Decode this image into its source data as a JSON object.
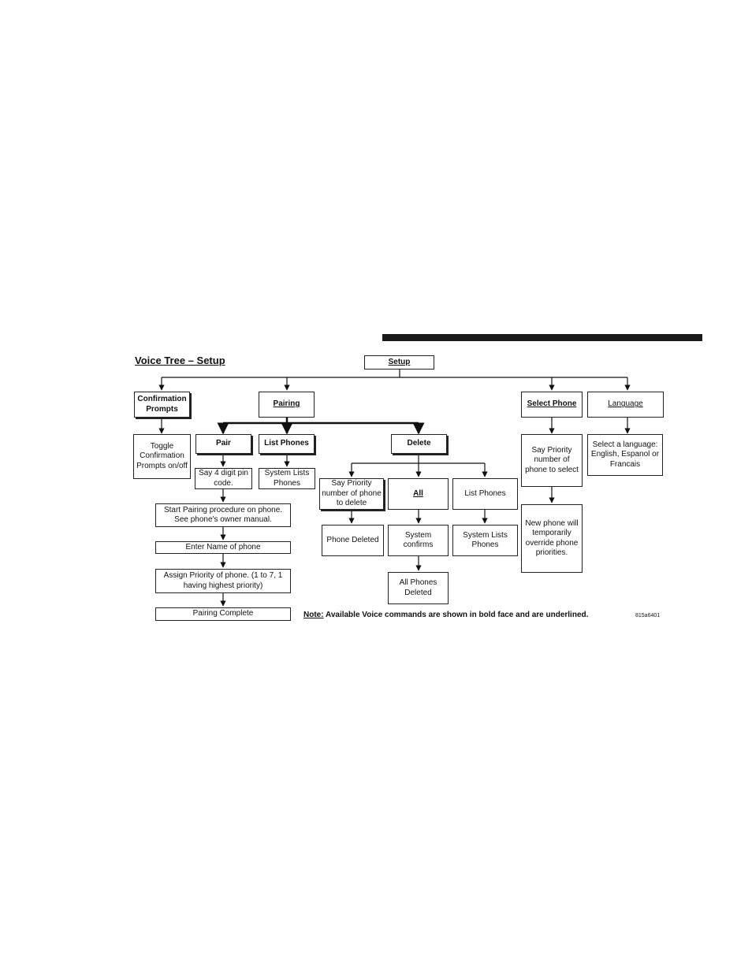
{
  "title": "Voice Tree – Setup",
  "nodes": {
    "setup": "Setup",
    "confirmation_prompts": "Confirmation Prompts",
    "toggle_confirmation": "Toggle Confirmation Prompts on/off",
    "pairing": "Pairing",
    "pair": "Pair",
    "list_phones_1": "List Phones",
    "delete": "Delete",
    "say_pin": "Say 4 digit pin code.",
    "system_lists_phones_1": "System Lists Phones",
    "start_pairing": "Start Pairing procedure on phone. See phone's owner manual.",
    "enter_name": "Enter Name of phone",
    "assign_priority": "Assign Priority of phone. (1 to 7, 1 having highest priority)",
    "pairing_complete": "Pairing Complete",
    "say_priority_delete": "Say Priority number of phone to delete",
    "all": "All",
    "list_phones_2": "List Phones",
    "phone_deleted": "Phone Deleted",
    "system_confirms": "System confirms",
    "system_lists_phones_2": "System Lists Phones",
    "all_phones_deleted": "All Phones Deleted",
    "select_phone": "Select Phone",
    "say_priority_select": "Say Priority number of phone to select",
    "new_phone_override": "New phone will temporarily override phone priorities.",
    "language": "Language",
    "select_language": "Select a language: English, Espanol or Francais"
  },
  "note": {
    "label": "Note:",
    "text": " Available Voice commands are shown in bold face and are underlined."
  },
  "figure_code": "815a6401"
}
